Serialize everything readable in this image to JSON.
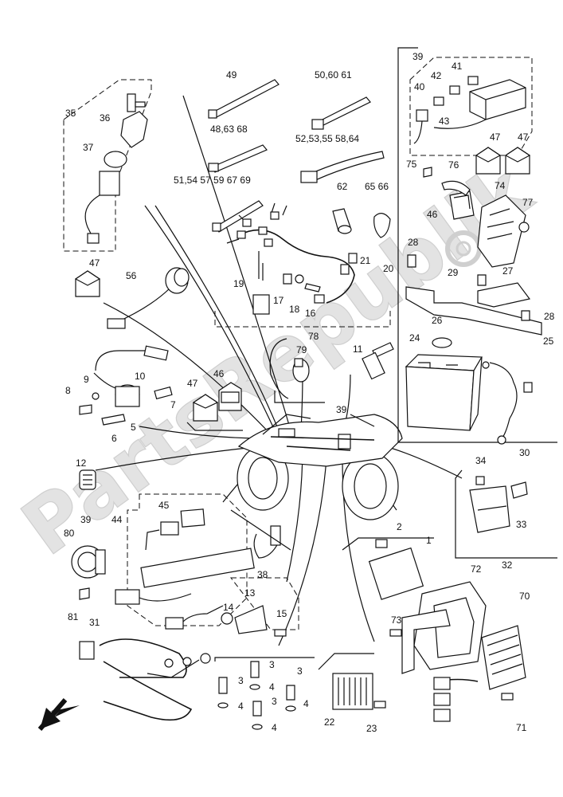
{
  "diagram": {
    "watermark": "PartsRepublik",
    "labels": [
      "1",
      "2",
      "3",
      "4",
      "5",
      "6",
      "7",
      "8",
      "9",
      "10",
      "11",
      "12",
      "13",
      "14",
      "15",
      "16",
      "17",
      "18",
      "19",
      "20",
      "21",
      "22",
      "23",
      "24",
      "25",
      "26",
      "27",
      "28",
      "29",
      "30",
      "31",
      "32",
      "33",
      "34",
      "35",
      "36",
      "37",
      "38",
      "39",
      "40",
      "41",
      "42",
      "43",
      "44",
      "45",
      "46",
      "47",
      "48,63 68",
      "49",
      "50,60 61",
      "51,54 57,59 67 69",
      "52,53,55 58,64",
      "56",
      "62",
      "65 66",
      "70",
      "71",
      "72",
      "73",
      "74",
      "75",
      "76",
      "77",
      "78",
      "79",
      "80",
      "81"
    ]
  }
}
